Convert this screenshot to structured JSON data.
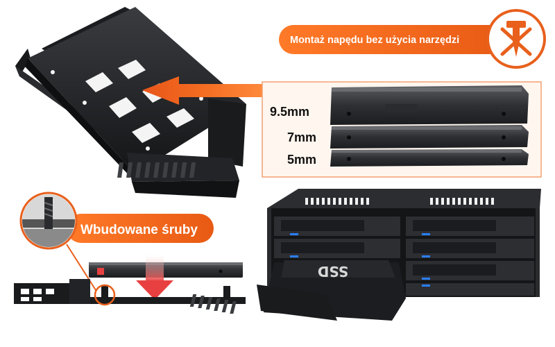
{
  "banners": {
    "tool_free": "Montaż napędu bez użycia narzędzi",
    "screws": "Wbudowane śruby"
  },
  "drive_heights": [
    "9.5mm",
    "7mm",
    "5mm"
  ],
  "ssd_label": "SSD",
  "icons": {
    "tool_free": "crossed-screwdriver-icon",
    "screw_zoom": "screw-zoom-icon"
  },
  "colors": {
    "accent_orange": "#e8601c",
    "banner_gradient_end": "#ff8a3c",
    "metal_dark": "#1d1f22",
    "drive_gray": "#3a3c40",
    "led_blue": "#2a7fff",
    "arrow_red": "#e84040"
  }
}
